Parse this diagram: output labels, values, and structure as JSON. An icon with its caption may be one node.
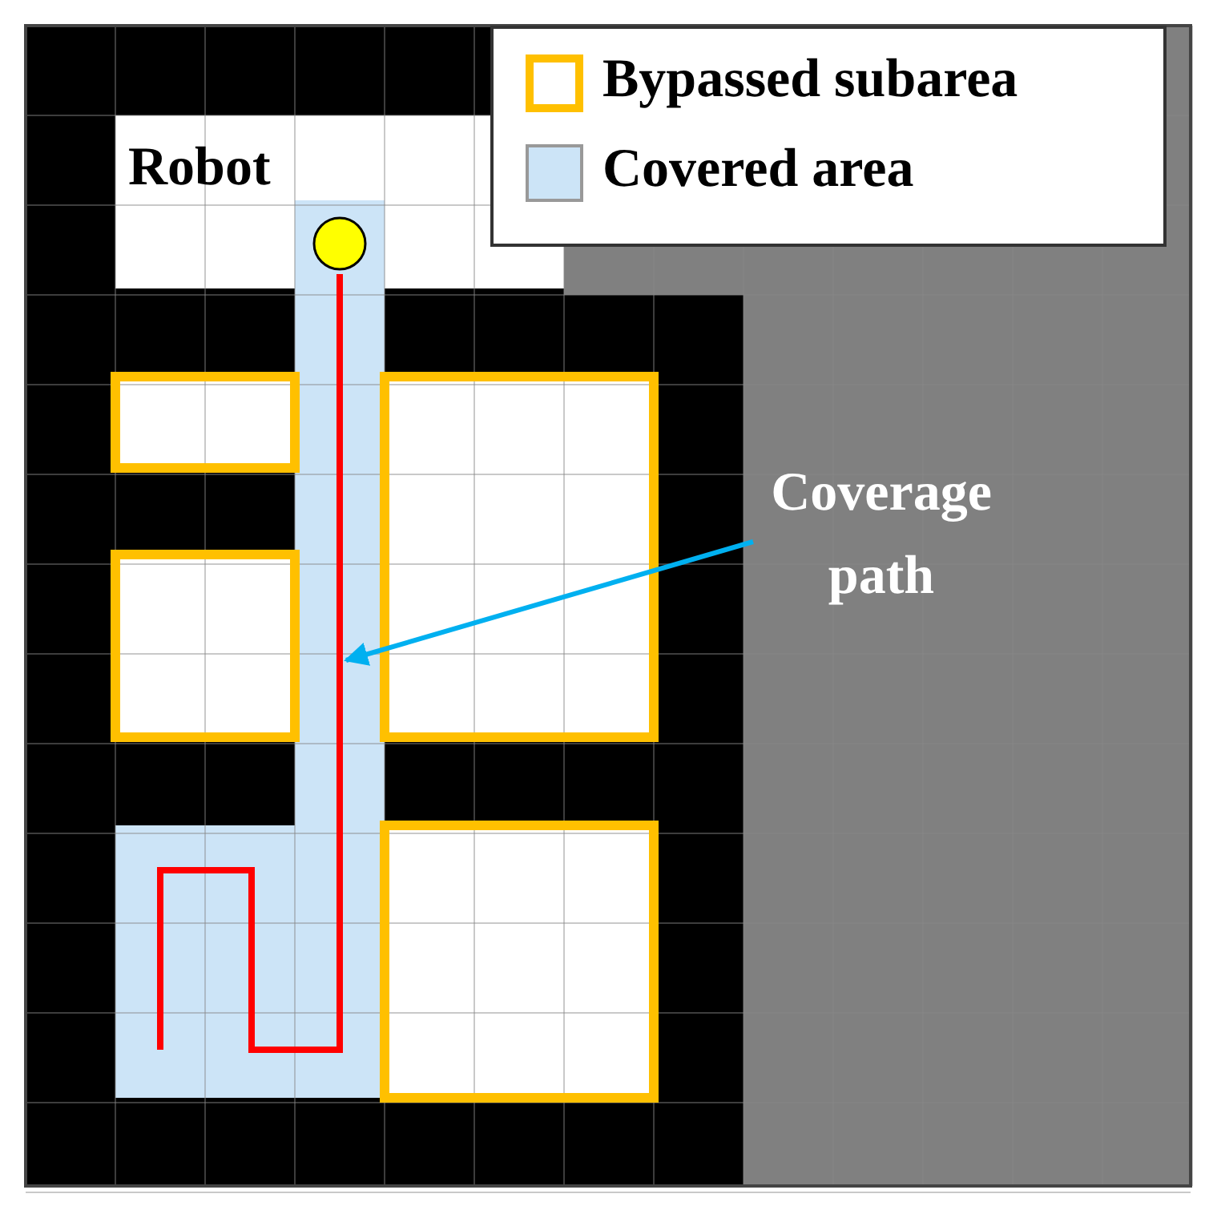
{
  "diagram": {
    "nodes": [
      {
        "text": [
          "Coverage path"
        ]
      },
      {
        "text": [],
        "shape": "line"
      }
    ],
    "edges": [
      {
        "from": 0,
        "to": 1,
        "arrow": "to",
        "color": "#00b0f0"
      }
    ],
    "labels": [
      "Robot"
    ],
    "legend": [
      {
        "text": "Bypassed subarea"
      },
      {
        "text": "Covered area",
        "color": "#cce4f7"
      }
    ]
  }
}
